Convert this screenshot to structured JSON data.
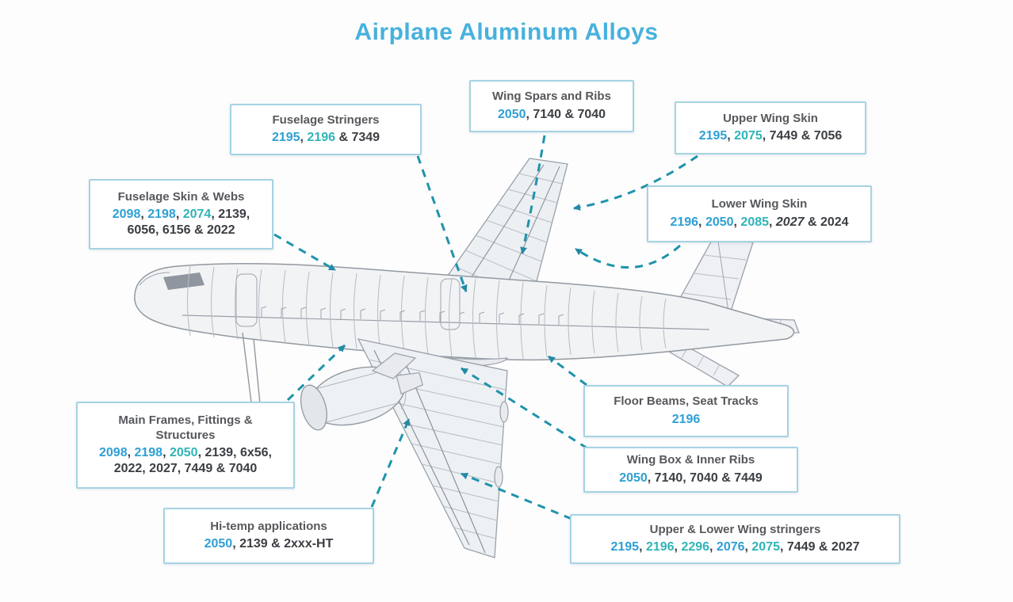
{
  "title": "Airplane Aluminum Alloys",
  "colors": {
    "title_blue": "#47b1dd",
    "box_border": "#a6d3e3",
    "heading_gray": "#56585c",
    "alloy_dark": "#3b3e43",
    "alloy_blue": "#2e9fd4",
    "alloy_teal": "#2fb4b6",
    "connector_teal": "#1f93ac"
  },
  "callouts": [
    {
      "name": "fuselage-stringers",
      "title": "Fuselage Stringers",
      "lines": [
        [
          {
            "t": "2195",
            "c": "blue"
          },
          {
            "t": ", ",
            "c": "dark"
          },
          {
            "t": "2196",
            "c": "teal"
          },
          {
            "t": " & 7349",
            "c": "dark"
          }
        ]
      ]
    },
    {
      "name": "wing-spars-and-ribs",
      "title": "Wing Spars and Ribs",
      "lines": [
        [
          {
            "t": "2050",
            "c": "blue"
          },
          {
            "t": ", 7140 & 7040",
            "c": "dark"
          }
        ]
      ]
    },
    {
      "name": "upper-wing-skin",
      "title": "Upper Wing Skin",
      "lines": [
        [
          {
            "t": "2195",
            "c": "blue"
          },
          {
            "t": ", ",
            "c": "dark"
          },
          {
            "t": "2075",
            "c": "teal"
          },
          {
            "t": ", 7449 & 7056",
            "c": "dark"
          }
        ]
      ]
    },
    {
      "name": "lower-wing-skin",
      "title": "Lower Wing Skin",
      "lines": [
        [
          {
            "t": "2196",
            "c": "blue"
          },
          {
            "t": ", ",
            "c": "dark"
          },
          {
            "t": "2050",
            "c": "blue"
          },
          {
            "t": ", ",
            "c": "dark"
          },
          {
            "t": "2085",
            "c": "teal"
          },
          {
            "t": ", ",
            "c": "dark"
          },
          {
            "t": "2027",
            "c": "dark",
            "i": true
          },
          {
            "t": " & 2024",
            "c": "dark"
          }
        ]
      ]
    },
    {
      "name": "fuselage-skin-and-webs",
      "title": "Fuselage Skin & Webs",
      "lines": [
        [
          {
            "t": "2098",
            "c": "blue"
          },
          {
            "t": ", ",
            "c": "dark"
          },
          {
            "t": "2198",
            "c": "blue"
          },
          {
            "t": ", ",
            "c": "dark"
          },
          {
            "t": "2074",
            "c": "teal"
          },
          {
            "t": ", ",
            "c": "dark"
          },
          {
            "t": "2139,",
            "c": "dark"
          }
        ],
        [
          {
            "t": "6056, 6156 & 2022",
            "c": "dark"
          }
        ]
      ]
    },
    {
      "name": "main-frames-fittings-structures",
      "title": "Main Frames, Fittings &\nStructures",
      "lines": [
        [
          {
            "t": "2098",
            "c": "blue"
          },
          {
            "t": ", ",
            "c": "dark"
          },
          {
            "t": "2198",
            "c": "blue"
          },
          {
            "t": ", ",
            "c": "dark"
          },
          {
            "t": "2050",
            "c": "teal"
          },
          {
            "t": ", 2139, 6x56,",
            "c": "dark"
          }
        ],
        [
          {
            "t": "2022, 2027, 7449 & 7040",
            "c": "dark"
          }
        ]
      ]
    },
    {
      "name": "hi-temp-applications",
      "title": "Hi-temp applications",
      "lines": [
        [
          {
            "t": "2050",
            "c": "blue"
          },
          {
            "t": ", 2139 & 2xxx-HT",
            "c": "dark"
          }
        ]
      ]
    },
    {
      "name": "floor-beams-seat-tracks",
      "title": "Floor Beams, Seat Tracks",
      "lines": [
        [
          {
            "t": "2196",
            "c": "blue"
          }
        ]
      ]
    },
    {
      "name": "wing-box-and-inner-ribs",
      "title": "Wing Box & Inner Ribs",
      "lines": [
        [
          {
            "t": "2050",
            "c": "blue"
          },
          {
            "t": ", 7140, 7040 & 7449",
            "c": "dark"
          }
        ]
      ]
    },
    {
      "name": "upper-and-lower-wing-stringers",
      "title": "Upper & Lower Wing stringers",
      "lines": [
        [
          {
            "t": "2195",
            "c": "blue"
          },
          {
            "t": ", ",
            "c": "dark"
          },
          {
            "t": "2196",
            "c": "teal"
          },
          {
            "t": ", ",
            "c": "dark"
          },
          {
            "t": "2296",
            "c": "teal"
          },
          {
            "t": ", ",
            "c": "dark"
          },
          {
            "t": "2076",
            "c": "blue"
          },
          {
            "t": ", ",
            "c": "dark"
          },
          {
            "t": "2075",
            "c": "teal"
          },
          {
            "t": ", 7449 & 2027",
            "c": "dark"
          }
        ]
      ]
    }
  ]
}
